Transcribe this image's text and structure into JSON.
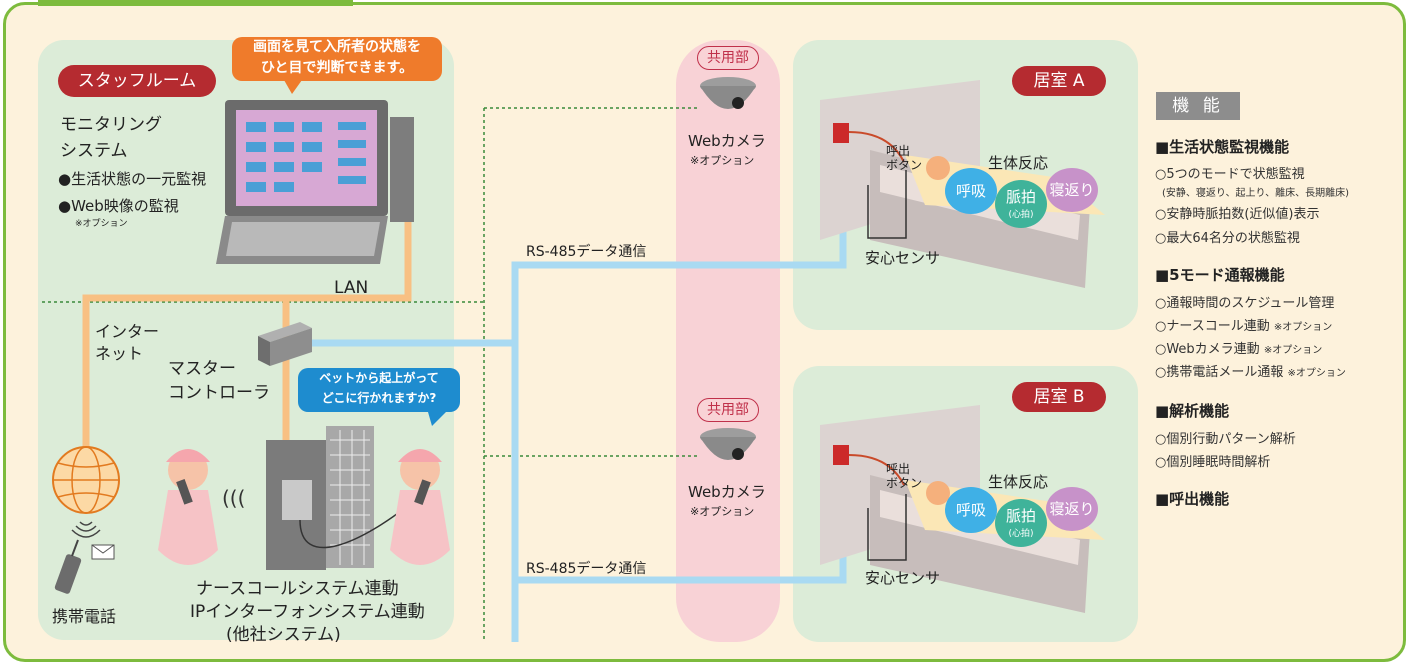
{
  "callout_top": {
    "line1": "画面を見て入所者の状態を",
    "line2": "ひと目で判断できます。"
  },
  "staff_room": {
    "title": "スタッフルーム",
    "system_line1": "モニタリング",
    "system_line2": "システム",
    "bullet1": "●生活状態の一元監視",
    "bullet2": "●Web映像の監視",
    "bullet2_note": "※オプション",
    "lan": "LAN",
    "internet_line1": "インター",
    "internet_line2": "ネット",
    "master_line1": "マスター",
    "master_line2": "コントローラ",
    "callout_line1": "ベットから起上がって",
    "callout_line2": "どこに行かれますか?",
    "phone": "携帯電話",
    "nurse_line1": "ナースコールシステム連動",
    "nurse_line2": "IPインターフォンシステム連動",
    "nurse_line3": "(他社システム)"
  },
  "shared_area": {
    "label": "共用部",
    "camera": "Webカメラ",
    "camera_note": "※オプション",
    "rs485": "RS-485データ通信"
  },
  "room_a": {
    "title": "居室 A",
    "call_button_line1": "呼出",
    "call_button_line2": "ボタン",
    "vital": "生体反応",
    "breath": "呼吸",
    "pulse": "脈拍",
    "pulse_sub": "(心拍)",
    "turn": "寝返り",
    "sensor": "安心センサ"
  },
  "room_b": {
    "title": "居室 B",
    "call_button_line1": "呼出",
    "call_button_line2": "ボタン",
    "vital": "生体反応",
    "breath": "呼吸",
    "pulse": "脈拍",
    "pulse_sub": "(心拍)",
    "turn": "寝返り",
    "sensor": "安心センサ"
  },
  "features": {
    "title": "機 能",
    "sec1": "■生活状態監視機能",
    "sec1_items": [
      "○5つのモードで状態監視",
      "(安静、寝返り、起上り、離床、長期離床)",
      "○安静時脈拍数(近似値)表示",
      "○最大64名分の状態監視"
    ],
    "sec2": "■5モード通報機能",
    "sec2_items": [
      "○通報時間のスケジュール管理",
      "○ナースコール連動",
      "○Webカメラ連動",
      "○携帯電話メール通報"
    ],
    "option_note": "※オプション",
    "sec3": "■解析機能",
    "sec3_items": [
      "○個別行動パターン解析",
      "○個別睡眠時間解析"
    ],
    "sec4": "■呼出機能"
  },
  "colors": {
    "frame": "#7dbb3d",
    "room_bg": "#dcecd8",
    "pill": "#b52b30",
    "callout_orange": "#ef7b2b",
    "callout_blue": "#1e8ccf",
    "line_blue": "#a9daf2",
    "line_orange": "#f8c083",
    "breath": "#3fb0e6",
    "pulse": "#3fb39a",
    "turn": "#c792c9"
  }
}
